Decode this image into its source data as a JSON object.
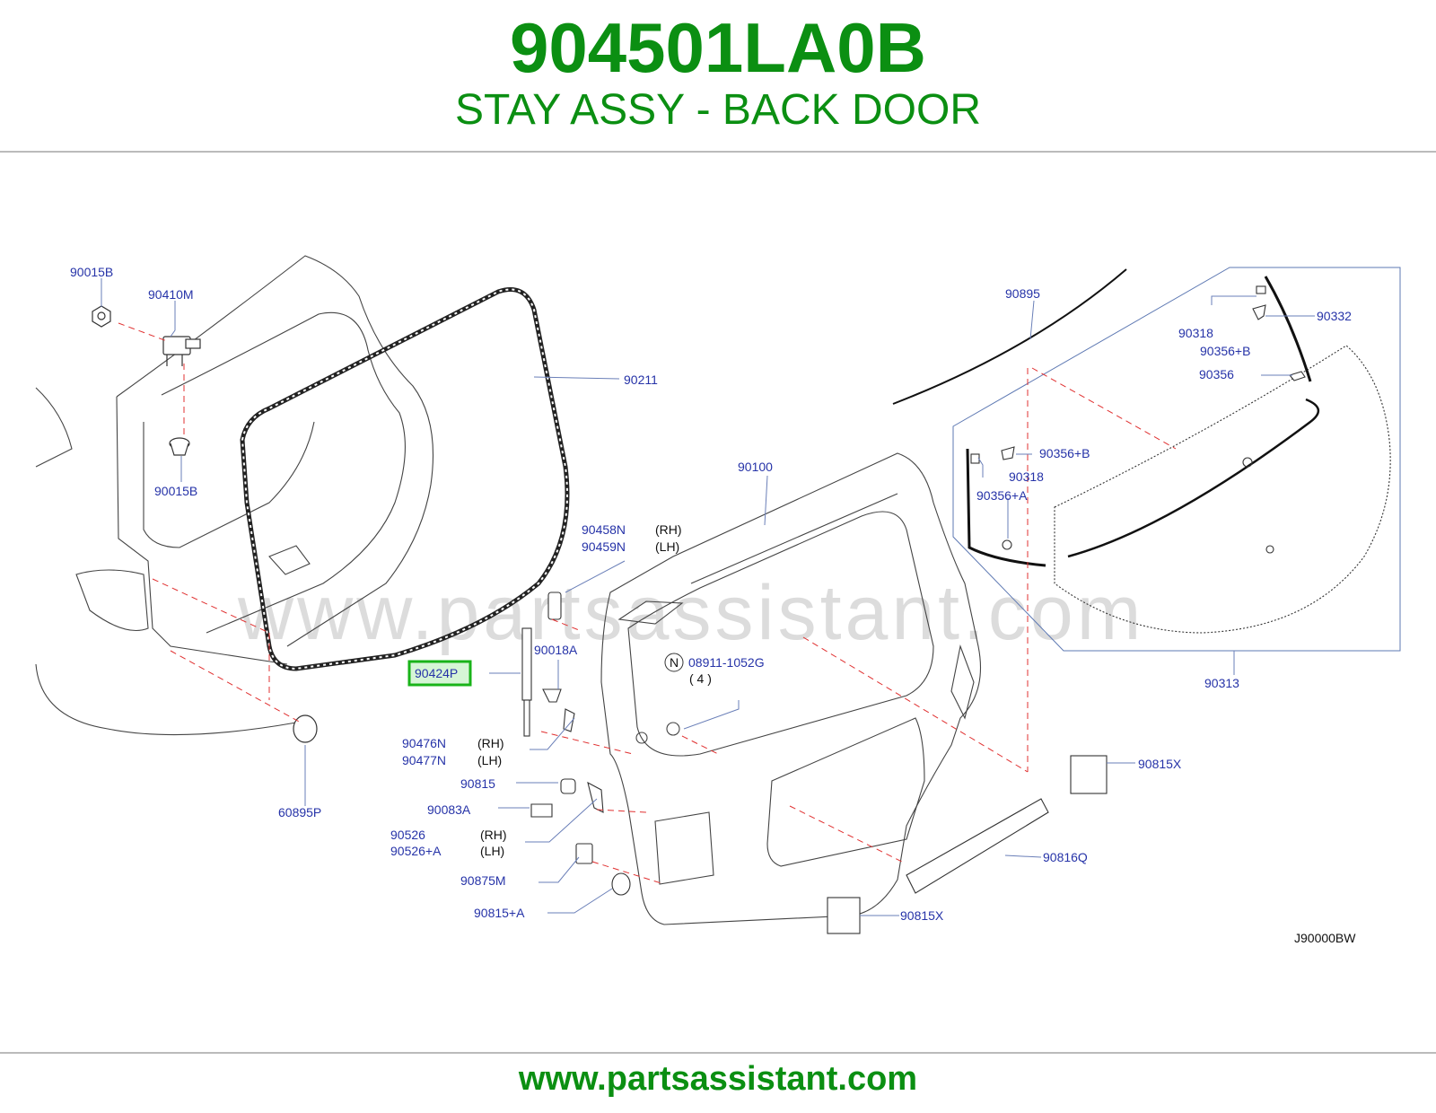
{
  "header": {
    "part_number": "904501LA0B",
    "part_description": "STAY ASSY - BACK DOOR"
  },
  "watermark": "www.partsassistant.com",
  "diagram": {
    "code": "J90000BW",
    "highlighted_part": "90424P",
    "callouts": {
      "c90015b_top": "90015B",
      "c90410m": "90410M",
      "c90015b_bottom": "90015B",
      "c90211": "90211",
      "c90100": "90100",
      "c90895": "90895",
      "c90318_top": "90318",
      "c90332": "90332",
      "c90356b_top": "90356+B",
      "c90356": "90356",
      "c90356b": "90356+B",
      "c90318": "90318",
      "c90356a": "90356+A",
      "c90458n": "90458N",
      "c90458n_side": "(RH)",
      "c90459n": "90459N",
      "c90459n_side": "(LH)",
      "c90018a": "90018A",
      "c90424p": "90424P",
      "c08911_circle": "N",
      "c08911": "08911-1052G",
      "c08911_qty": "( 4 )",
      "c90476n": "90476N",
      "c90476n_side": "(RH)",
      "c90477n": "90477N",
      "c90477n_side": "(LH)",
      "c90815": "90815",
      "c90083a": "90083A",
      "c90526": "90526",
      "c90526_side": "(RH)",
      "c90526a": "90526+A",
      "c90526a_side": "(LH)",
      "c90875m": "90875M",
      "c90815a": "90815+A",
      "c60895p": "60895P",
      "c90313": "90313",
      "c90815x_right": "90815X",
      "c90816q": "90816Q",
      "c90815x_bottom": "90815X"
    }
  },
  "footer": {
    "url": "www.partsassistant.com"
  },
  "colors": {
    "brand_green": "#0b8f12",
    "callout_blue": "#2633a8",
    "leader_blue": "#6a7fb8",
    "highlight_green": "#19b319",
    "highlight_fill": "#d6f5d6",
    "dash_red": "#e03030"
  }
}
